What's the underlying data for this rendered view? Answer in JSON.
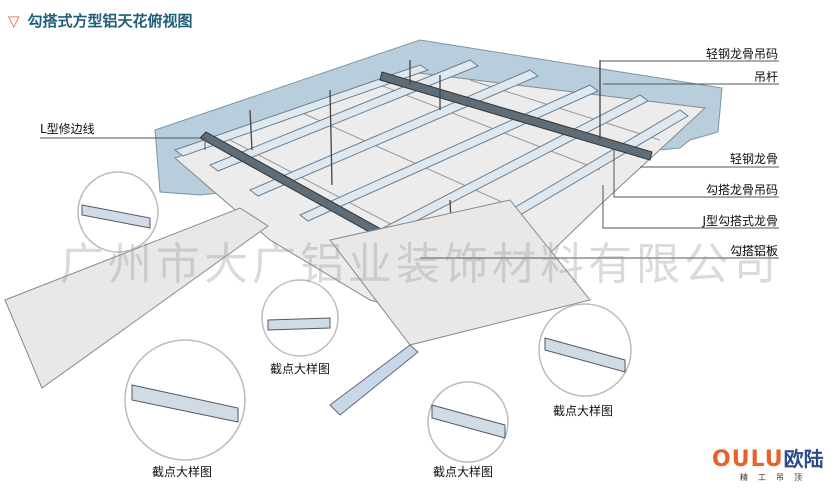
{
  "title": "勾搭式方型铝天花俯视图",
  "title_icon": "triangle-down-icon",
  "labels": {
    "l_edge": "L型修边线",
    "steel_hanger": "轻钢龙骨吊码",
    "rod": "吊杆",
    "steel_keel": "轻钢龙骨",
    "hook_hanger": "勾搭龙骨吊码",
    "j_keel": "J型勾搭式龙骨",
    "panel": "勾搭铝板",
    "detail1": "截点大样图",
    "detail2": "截点大样图",
    "detail3": "截点大样图",
    "detail4": "截点大样图"
  },
  "watermark": "广州市大广铝业装饰材料有限公司",
  "logo": {
    "brand": "OULU",
    "brand_cn": "欧陆",
    "slogan": "精工吊顶"
  },
  "colors": {
    "slab": "#b8cedd",
    "panel": "#ececec",
    "keel": "#dfe8ef",
    "accent": "#e8603a",
    "title": "#1f5f7a"
  }
}
